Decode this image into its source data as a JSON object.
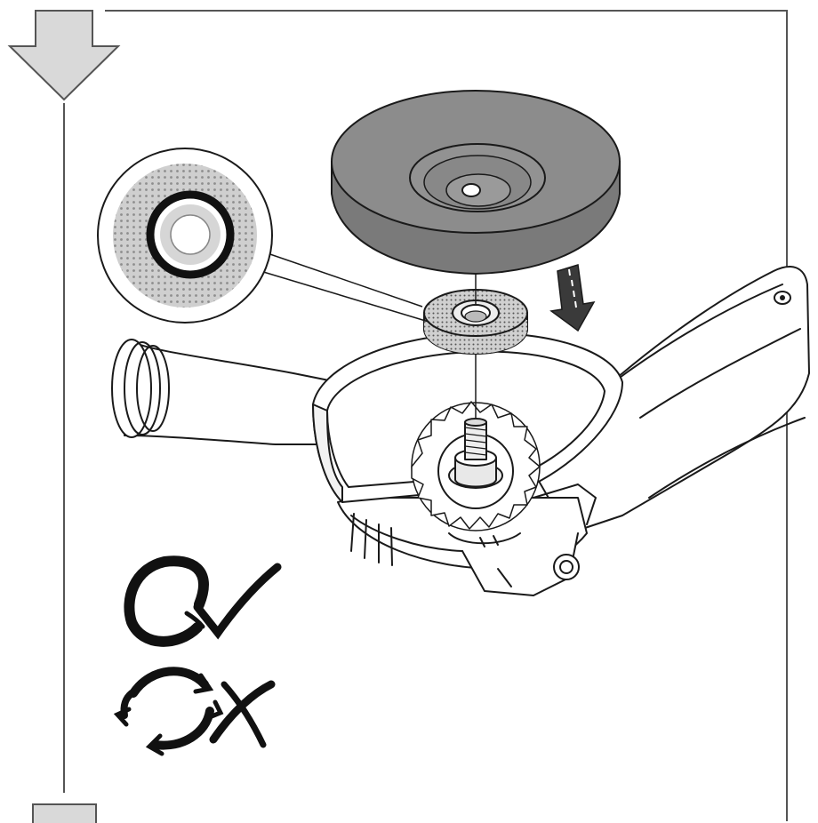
{
  "figure": {
    "kind": "assembly-instruction-illustration",
    "steps": [
      {
        "name": "seat-flange-on-spindle",
        "icon": "flange-washer"
      },
      {
        "name": "lower-disc-onto-flange",
        "icon": "down-arrow-icon"
      }
    ],
    "legend": [
      {
        "symbol": "correct-mount-icon",
        "meaning": "correct"
      },
      {
        "symbol": "wrong-mount-icon",
        "meaning": "incorrect"
      }
    ]
  },
  "colors": {
    "line": "#1a1a1a",
    "disc_face": "#8c8c8c",
    "disc_side": "#7a7a7a",
    "arrow_fill": "#d9d9d9",
    "step_arrow": "#3a3a3a",
    "detail_bg": "#bdbdbd",
    "frame": "#555555"
  }
}
